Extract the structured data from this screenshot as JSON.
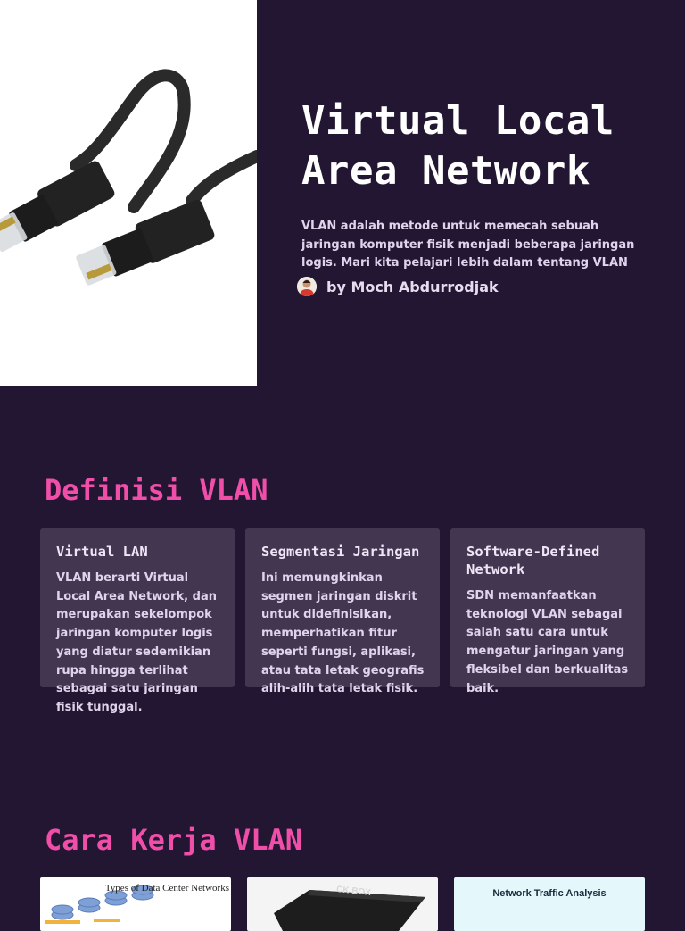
{
  "hero": {
    "image_alt": "Two black ethernet cables with RJ45 connectors",
    "title_line1": "Virtual Local",
    "title_line2": "Area Network",
    "description": "VLAN adalah metode untuk memecah sebuah jaringan komputer fisik menjadi beberapa jaringan logis. Mari kita pelajari lebih dalam tentang VLAN",
    "author": "by Moch Abdurrodjak"
  },
  "definisi": {
    "heading": "Definisi VLAN",
    "cards": [
      {
        "title": "Virtual LAN",
        "body": "VLAN berarti Virtual Local Area Network, dan merupakan sekelompok jaringan komputer logis yang diatur sedemikian rupa hingga terlihat sebagai satu jaringan fisik tunggal."
      },
      {
        "title": "Segmentasi Jaringan",
        "body": "Ini memungkinkan segmen jaringan diskrit untuk didefinisikan, memperhatikan fitur seperti fungsi, aplikasi, atau tata letak geografis alih-alih tata letak fisik."
      },
      {
        "title": "Software-Defined Network",
        "body": "SDN memanfaatkan teknologi VLAN sebagai salah satu cara untuk mengatur jaringan yang fleksibel dan berkualitas baik."
      }
    ]
  },
  "cara_kerja": {
    "heading": "Cara Kerja VLAN",
    "thumbnails": [
      {
        "caption": "Types of Data Center Networks"
      },
      {
        "caption": "CK BOX"
      },
      {
        "caption": "Network Traffic Analysis"
      }
    ]
  },
  "colors": {
    "background": "#231632",
    "accent": "#f04ea9",
    "card": "#433650"
  }
}
